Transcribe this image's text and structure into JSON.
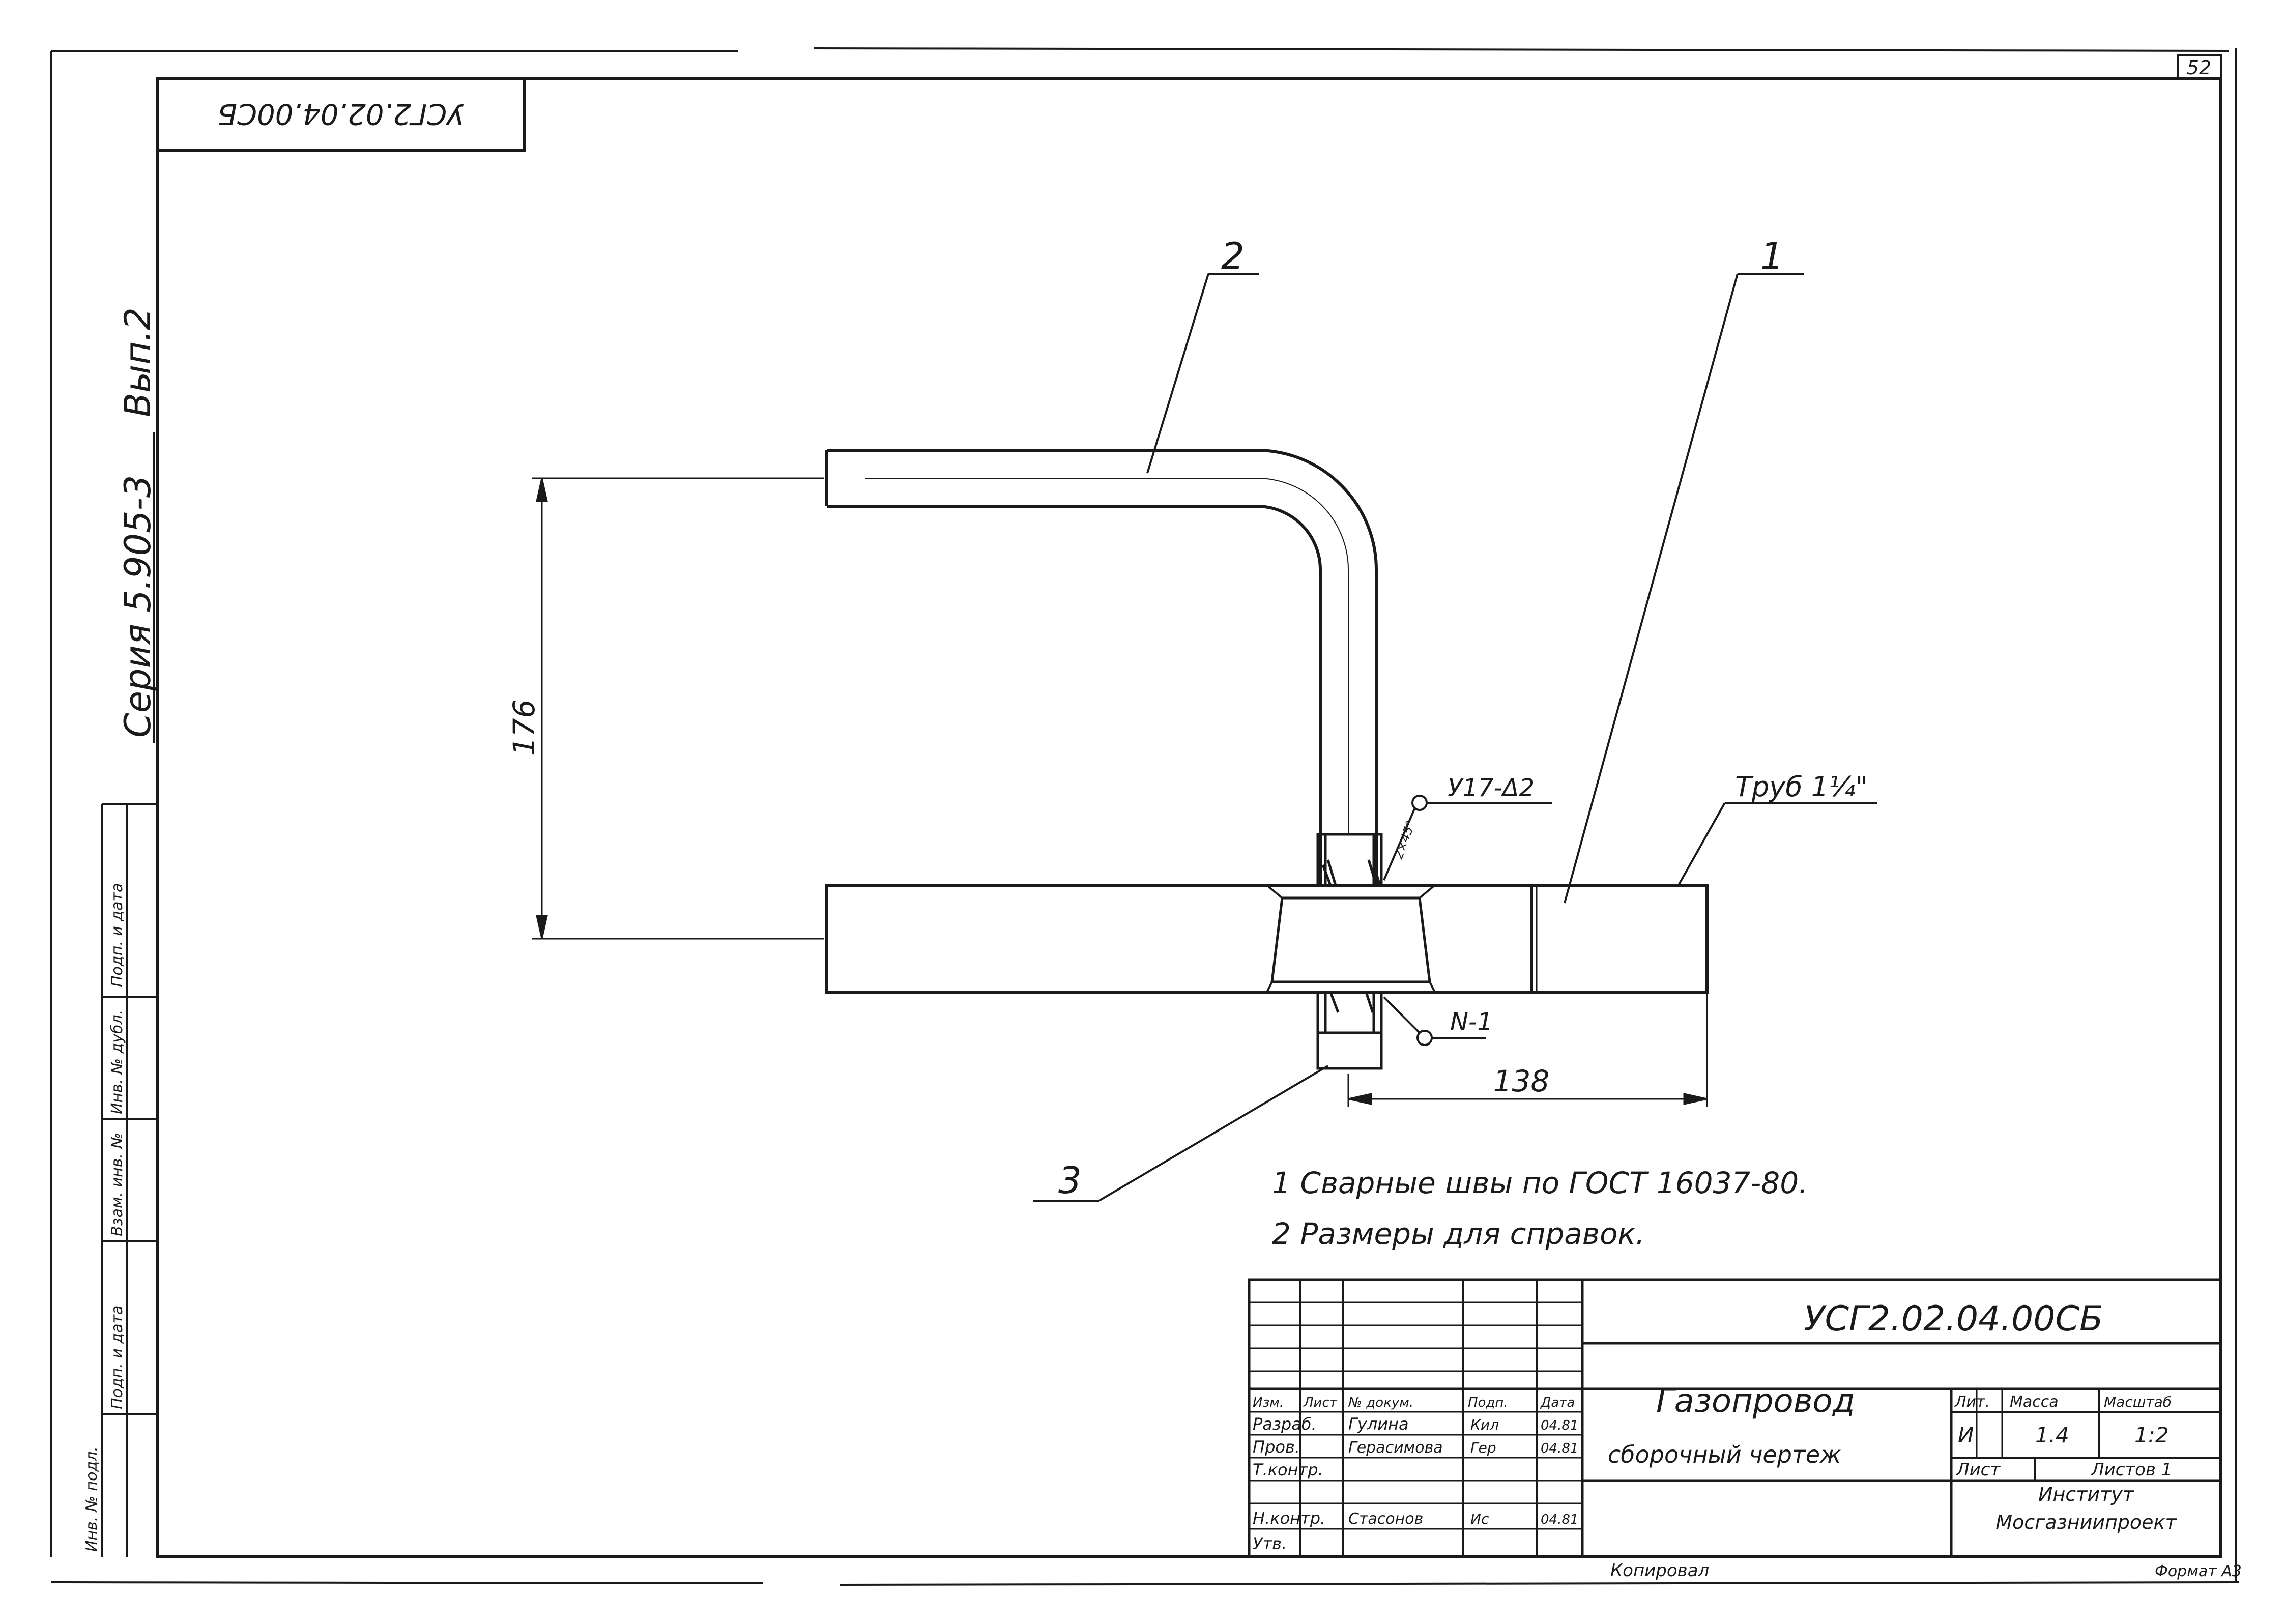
{
  "sheet": {
    "page_number": "52",
    "mirrored_code": "УСГ2.02.04.00СБ",
    "series": "Серия 5.905-3",
    "issue": "Вып.2",
    "copy_note": "Копировал",
    "format": "Формат А3",
    "side_labels": [
      "Взам. инв. №",
      "Инв. № дубл.",
      "Подп. и дата",
      "Инв. № подл.",
      "Подп. и дата"
    ]
  },
  "drawing": {
    "callouts": [
      "1",
      "2",
      "3"
    ],
    "dim_height": "176",
    "dim_width": "138",
    "pipe_label": "Труб 1¼\"",
    "weld_top": "У17-Δ2",
    "weld_bottom": "N-1",
    "weld_small": "2×45°"
  },
  "notes": [
    "1  Сварные швы по ГОСТ 16037-80.",
    "2  Размеры для справок."
  ],
  "title_block": {
    "code": "УСГ2.02.04.00СБ",
    "name": "Газопровод",
    "subtitle": "сборочный чертеж",
    "col_headers": [
      "Изм.",
      "Лист",
      "№ докум.",
      "Подп.",
      "Дата"
    ],
    "rows": [
      {
        "role": "Разраб.",
        "person": "Гулина",
        "sign": "Кил",
        "date": "04.81"
      },
      {
        "role": "Пров.",
        "person": "Герасимова",
        "sign": "Гер",
        "date": "04.81"
      },
      {
        "role": "Т.контр.",
        "person": "",
        "sign": "",
        "date": ""
      },
      {
        "role": "Н.контр.",
        "person": "Стасонов",
        "sign": "Ис",
        "date": "04.81"
      },
      {
        "role": "Утв.",
        "person": "",
        "sign": "",
        "date": ""
      }
    ],
    "lit_label": "Лит.",
    "mass_label": "Масса",
    "scale_label": "Масштаб",
    "lit_value": "И",
    "mass_value": "1.4",
    "scale_value": "1:2",
    "sheet_label": "Лист",
    "sheets_label": "Листов 1",
    "org_line1": "Институт",
    "org_line2": "Мосгазниипроект"
  }
}
